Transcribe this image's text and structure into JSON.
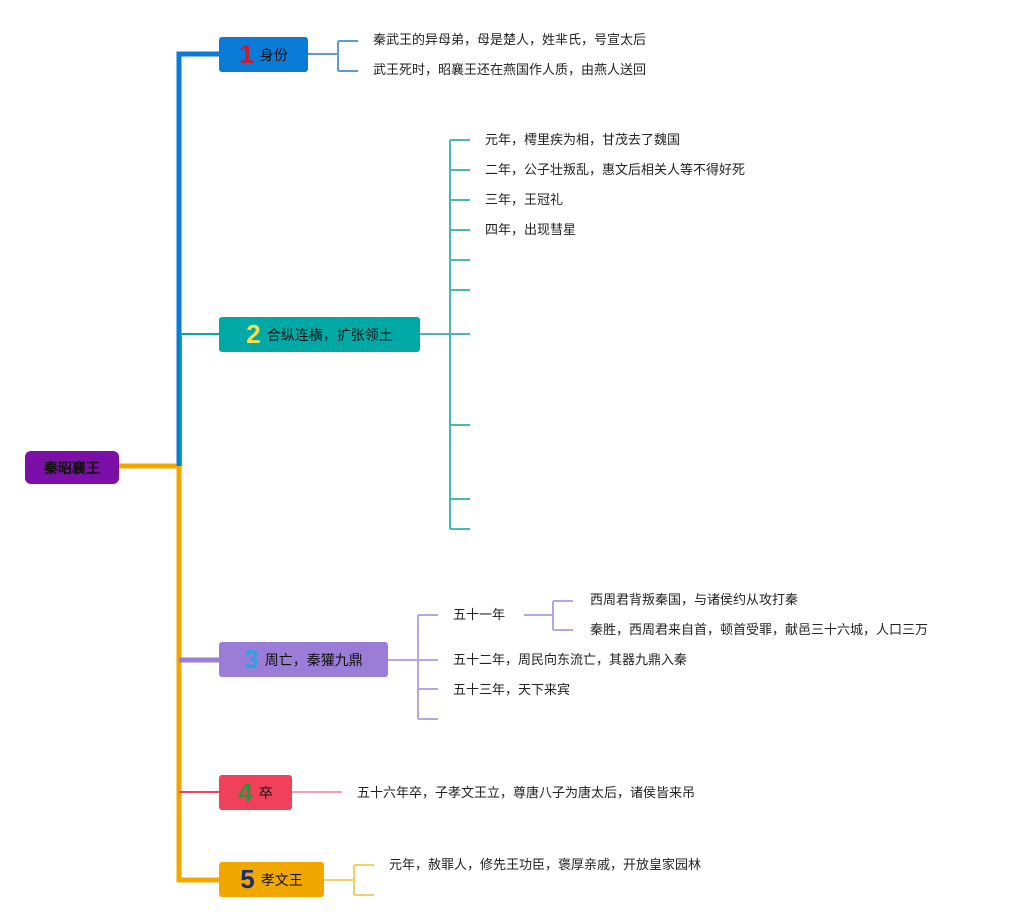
{
  "root": {
    "label": "秦昭襄王",
    "color": "#7b0fa8"
  },
  "branches": [
    {
      "num": "1",
      "label": "身份",
      "color": "#0a7bd6",
      "num_color": "#d0192c",
      "children": [
        "秦武王的异母弟，母是楚人，姓芈氏，号宣太后",
        "武王死时，昭襄王还在燕国作人质，由燕人送回"
      ]
    },
    {
      "num": "2",
      "label": "合纵连横，扩张领土",
      "color": "#00a9a5",
      "num_color": "#f4e04d",
      "children": [
        "元年，樗里疾为相，甘茂去了魏国",
        "二年，公子壮叛乱，惠文后相关人等不得好死",
        "三年，王冠礼",
        "四年，出现彗星"
      ]
    },
    {
      "num": "3",
      "label": "周亡，秦獾九鼎",
      "color": "#9b7dd8",
      "num_color": "#29a3e0",
      "children": [
        "五十一年",
        "五十二年，周民向东流亡，其器九鼎入秦",
        "五十三年，天下来宾"
      ],
      "sub": [
        "西周君背叛秦国，与诸侯约从攻打秦",
        "秦胜，西周君来自首，顿首受罪，献邑三十六城，人口三万"
      ]
    },
    {
      "num": "4",
      "label": "卒",
      "color": "#f0405a",
      "num_color": "#1e9a3a",
      "children": [
        "五十六年卒，子孝文王立，尊唐八子为唐太后，诸侯皆来吊"
      ]
    },
    {
      "num": "5",
      "label": "孝文王",
      "color": "#f0a800",
      "num_color": "#1c2a6e",
      "children": [
        "元年，赦罪人，修先王功臣，褒厚亲戚，开放皇家园林"
      ]
    }
  ]
}
